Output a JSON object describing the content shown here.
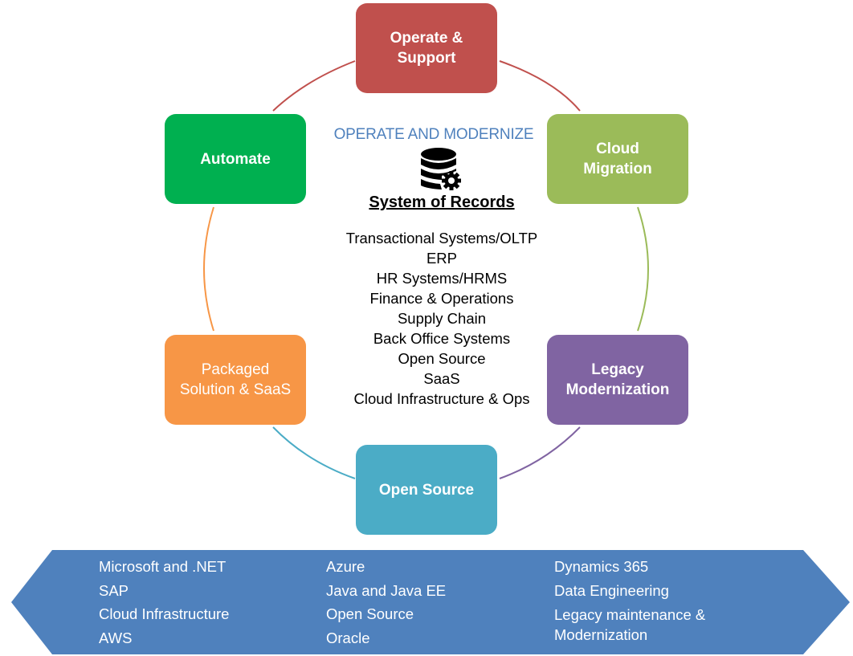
{
  "center": {
    "heading": "OPERATE AND MODERNIZE",
    "icon": "database-gear-icon",
    "title": "System of Records",
    "items": [
      "Transactional Systems/OLTP",
      "ERP",
      "HR Systems/HRMS",
      "Finance & Operations",
      "Supply Chain",
      "Back Office Systems",
      "Open Source",
      "SaaS",
      "Cloud Infrastructure & Ops"
    ]
  },
  "cycle": [
    {
      "id": "operate-support",
      "label": "Operate &\nSupport",
      "color": "#c0504d"
    },
    {
      "id": "cloud-migration",
      "label": "Cloud\nMigration",
      "color": "#9bbb59"
    },
    {
      "id": "legacy-modernization",
      "label": "Legacy\nModernization",
      "color": "#8064a2"
    },
    {
      "id": "open-source",
      "label": "Open Source",
      "color": "#4bacc6"
    },
    {
      "id": "packaged-solution-saas",
      "label": "Packaged\nSolution & SaaS",
      "color": "#f79646"
    },
    {
      "id": "automate",
      "label": "Automate",
      "color": "#00b050"
    }
  ],
  "banner": {
    "color": "#4f81bd",
    "columns": [
      [
        "Microsoft and .NET",
        "SAP",
        "Cloud Infrastructure",
        "AWS"
      ],
      [
        "Azure",
        "Java and Java EE",
        "Open Source",
        "Oracle"
      ],
      [
        "Dynamics 365",
        "Data Engineering",
        "Legacy maintenance & Modernization"
      ]
    ]
  }
}
